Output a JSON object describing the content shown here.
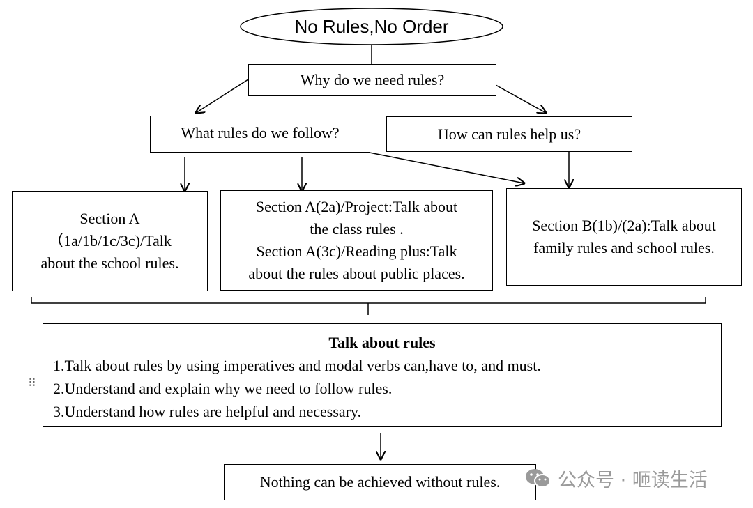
{
  "title": "No Rules,No Order",
  "question": "Why do we need rules?",
  "left_question": "What rules do we follow?",
  "right_question": "How can rules help us?",
  "sections": {
    "a_lines": [
      "Section A",
      "（1a/1b/1c/3c)/Talk",
      "about the school rules."
    ],
    "a2_lines": [
      "Section A(2a)/Project:Talk about",
      "the class rules .",
      "Section A(3c)/Reading plus:Talk",
      "about the rules about public places."
    ],
    "b_lines": [
      "Section B(1b)/(2a):Talk about",
      "family rules and school rules."
    ]
  },
  "summary": {
    "title": "Talk about rules",
    "items": [
      "1.Talk about rules by using imperatives and modal verbs can,have to, and must.",
      "2.Understand and explain why we need to follow rules.",
      "3.Understand how rules are helpful and necessary."
    ]
  },
  "conclusion": "Nothing can be achieved without rules.",
  "drag_handle_glyph": "⠿",
  "watermark": "公众号 · 咂读生活",
  "colors": {
    "line": "#000000",
    "watermark": "#9a9a9a"
  }
}
